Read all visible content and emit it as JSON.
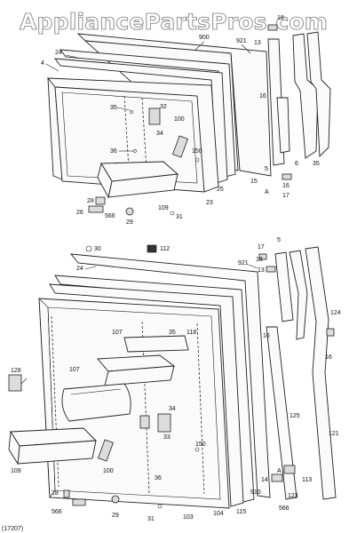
{
  "watermark": "AppliancePartsPros.com",
  "figure_code": "(17207)",
  "top_labels": [
    "900",
    "921",
    "13",
    "16",
    "18",
    "24",
    "4",
    "35",
    "32",
    "34",
    "100",
    "36",
    "150",
    "25",
    "23",
    "15",
    "16",
    "5",
    "6",
    "35",
    "17",
    "A",
    "28",
    "26",
    "566",
    "29",
    "109",
    "31"
  ],
  "bottom_labels": [
    "30",
    "112",
    "17",
    "5",
    "921",
    "18",
    "13",
    "24",
    "107",
    "35",
    "118",
    "16",
    "124",
    "16",
    "128",
    "107",
    "34",
    "33",
    "125",
    "121",
    "150",
    "100",
    "109",
    "36",
    "910",
    "14",
    "115",
    "104",
    "103",
    "28",
    "566",
    "29",
    "31",
    "113",
    "123",
    "A",
    "566"
  ]
}
